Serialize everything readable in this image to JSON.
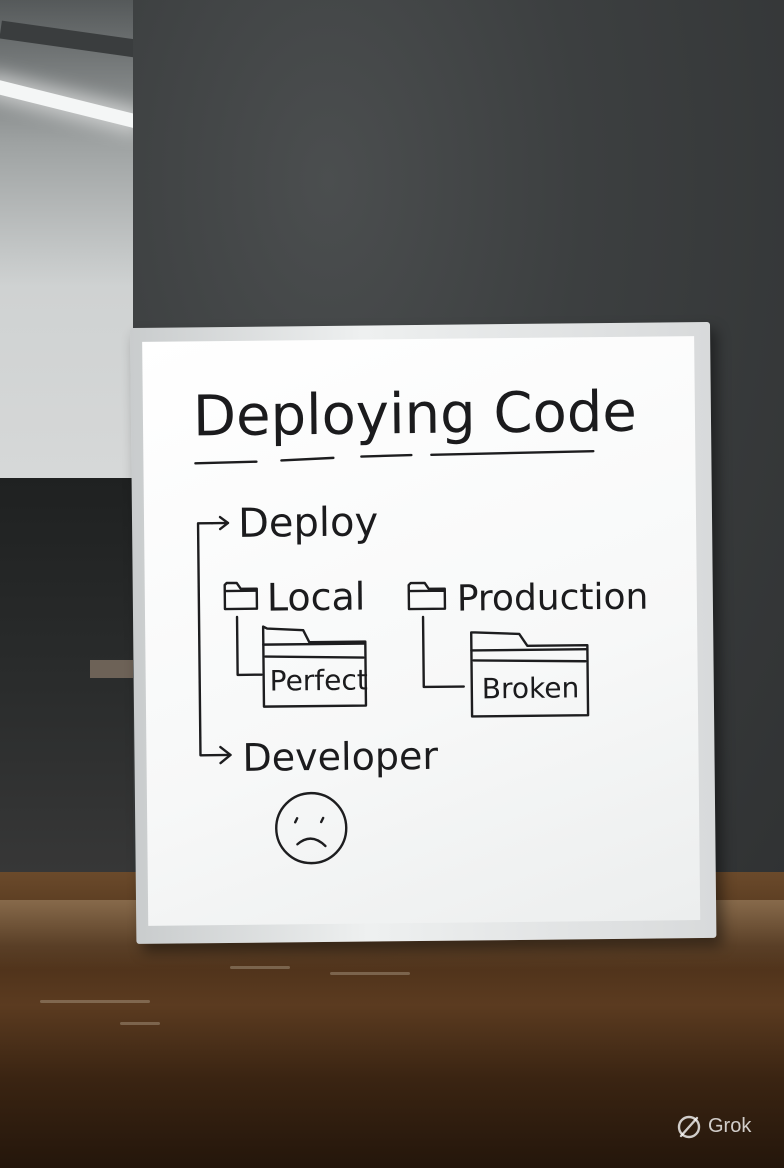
{
  "whiteboard": {
    "title": "Deploying Code",
    "deploy_label": "Deploy",
    "local_label": "Local",
    "production_label": "Production",
    "local_folder_label": "Perfect",
    "production_folder_label": "Broken",
    "developer_label": "Developer",
    "face_icon": "sad-face-icon",
    "folder_icon": "folder-icon"
  },
  "watermark": {
    "text": "Grok",
    "icon": "grok-logo-icon"
  },
  "colors": {
    "wall": "#3c3f40",
    "whiteboard": "#f7f8f8",
    "marker": "#1d1d1f",
    "table": "#4a2f18"
  }
}
